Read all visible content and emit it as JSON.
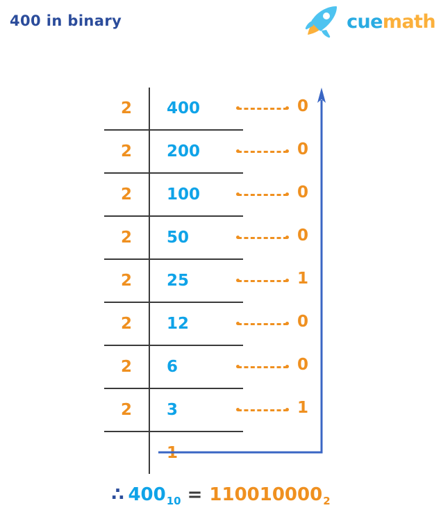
{
  "page": {
    "title": "400 in binary",
    "background_color": "#ffffff"
  },
  "brand": {
    "icon": "rocket-icon",
    "name_part_1": "cue",
    "name_part_2": "math",
    "color_blue": "#29abe2",
    "color_orange": "#fbb03b"
  },
  "colors": {
    "title_blue": "#2b4c9b",
    "divisor_orange": "#ef9020",
    "dividend_blue": "#0fa3e8",
    "grid_gray": "#3a3a3a",
    "arrow_blue": "#3a66c4"
  },
  "division_table": {
    "columns": [
      "divisor",
      "dividend",
      "remainder"
    ],
    "rows": [
      {
        "divisor": "2",
        "dividend": "400",
        "remainder": "0"
      },
      {
        "divisor": "2",
        "dividend": "200",
        "remainder": "0"
      },
      {
        "divisor": "2",
        "dividend": "100",
        "remainder": "0"
      },
      {
        "divisor": "2",
        "dividend": "50",
        "remainder": "0"
      },
      {
        "divisor": "2",
        "dividend": "25",
        "remainder": "1"
      },
      {
        "divisor": "2",
        "dividend": "12",
        "remainder": "0"
      },
      {
        "divisor": "2",
        "dividend": "6",
        "remainder": "0"
      },
      {
        "divisor": "2",
        "dividend": "3",
        "remainder": "1"
      },
      {
        "divisor": "",
        "dividend": "1",
        "remainder": ""
      }
    ]
  },
  "arrow": {
    "name": "read-order-arrow",
    "direction": "up",
    "meaning": "read remainders bottom to top"
  },
  "conclusion": {
    "therefore_symbol": "∴",
    "decimal_value": "400",
    "decimal_base": "10",
    "equals": "=",
    "binary_value": "110010000",
    "binary_base": "2"
  }
}
